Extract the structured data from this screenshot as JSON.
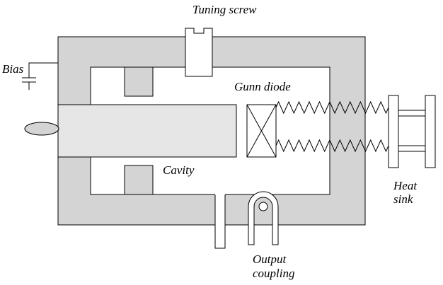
{
  "labels": {
    "tuning_screw": "Tuning screw",
    "bias": "Bias",
    "gunn_diode": "Gunn diode",
    "cavity": "Cavity",
    "heat_sink_line1": "Heat",
    "heat_sink_line2": "sink",
    "output_coupling_line1": "Output",
    "output_coupling_line2": "coupling"
  },
  "colors": {
    "body_fill": "#d4d4d4",
    "rod_fill": "#e6e6e6",
    "stroke": "#000000",
    "background": "#ffffff"
  }
}
